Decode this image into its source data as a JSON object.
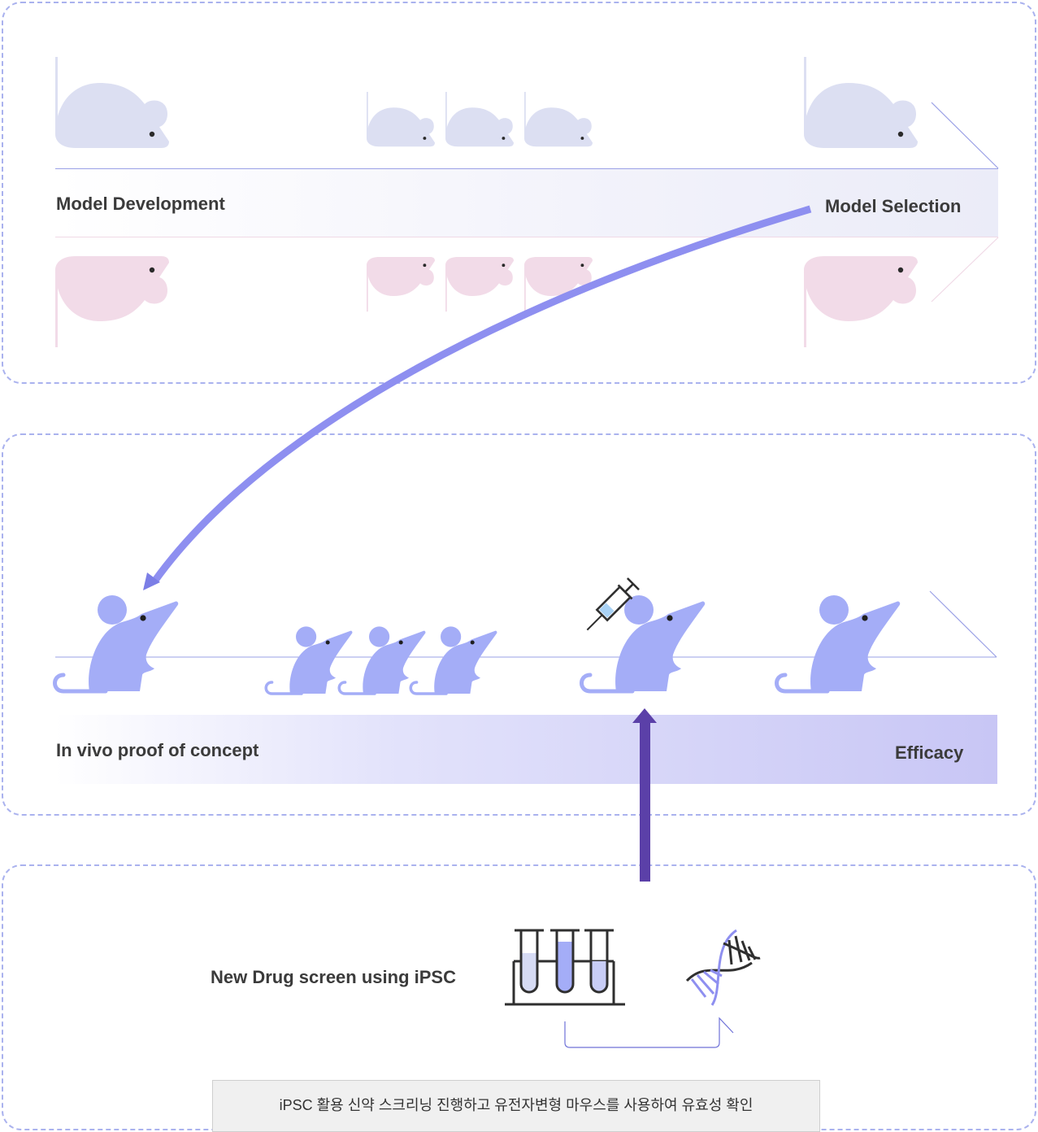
{
  "stage_model": {
    "left_label": "Model Development",
    "right_label": "Model Selection"
  },
  "stage_in_vivo": {
    "left_label": "In vivo proof of concept",
    "right_label": "Efficacy"
  },
  "stage_screen": {
    "label": "New Drug screen using iPSC",
    "caption": "iPSC 활용 신약 스크리닝 진행하고 유전자변형 마우스를 사용하여 유효성 확인"
  },
  "colors": {
    "mouse_lavender": "#dcdff2",
    "mouse_pink": "#f2dbe8",
    "mouse_blue": "#a4adf7",
    "arrow_curve": "#8e8ff0",
    "arrow_up": "#5b40a8",
    "panel_border": "#aab2ee"
  },
  "icons": [
    "mouse-icon",
    "syringe-icon",
    "test-tube-rack-icon",
    "dna-icon"
  ]
}
